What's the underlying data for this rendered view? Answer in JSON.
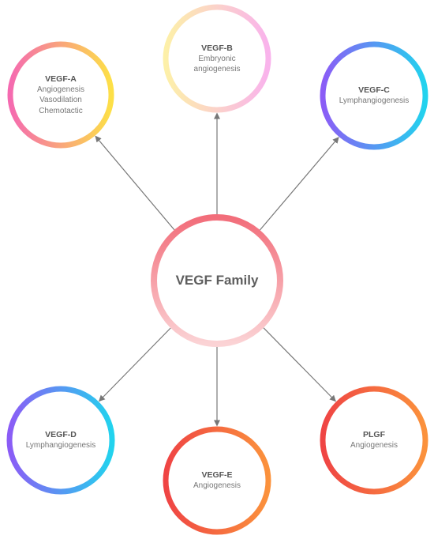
{
  "center": {
    "title": "VEGF Family",
    "gradient": [
      "#f26d7a",
      "#fbd3d5"
    ]
  },
  "nodes": [
    {
      "key": "vegf-a",
      "title": "VEGF-A",
      "desc": [
        "Angiogenesis",
        "Vasodilation",
        "Chemotactic"
      ],
      "gradient": [
        "#f56ab0",
        "#fde047"
      ]
    },
    {
      "key": "vegf-b",
      "title": "VEGF-B",
      "desc": [
        "Embryonic",
        "angiogenesis"
      ],
      "gradient": [
        "#fdf0a8",
        "#f9b3ec"
      ]
    },
    {
      "key": "vegf-c",
      "title": "VEGF-C",
      "desc": [
        "Lymphangiogenesis"
      ],
      "gradient": [
        "#8b5cf6",
        "#22d3ee"
      ]
    },
    {
      "key": "vegf-d",
      "title": "VEGF-D",
      "desc": [
        "Lymphangiogenesis"
      ],
      "gradient": [
        "#8b5cf6",
        "#22d3ee"
      ]
    },
    {
      "key": "vegf-e",
      "title": "VEGF-E",
      "desc": [
        "Angiogenesis"
      ],
      "gradient": [
        "#ef4444",
        "#fb923c"
      ]
    },
    {
      "key": "plgf",
      "title": "PLGF",
      "desc": [
        "Angiogenesis"
      ],
      "gradient": [
        "#ef4444",
        "#fb923c"
      ]
    }
  ],
  "colors": {
    "arrow": "#777777"
  }
}
